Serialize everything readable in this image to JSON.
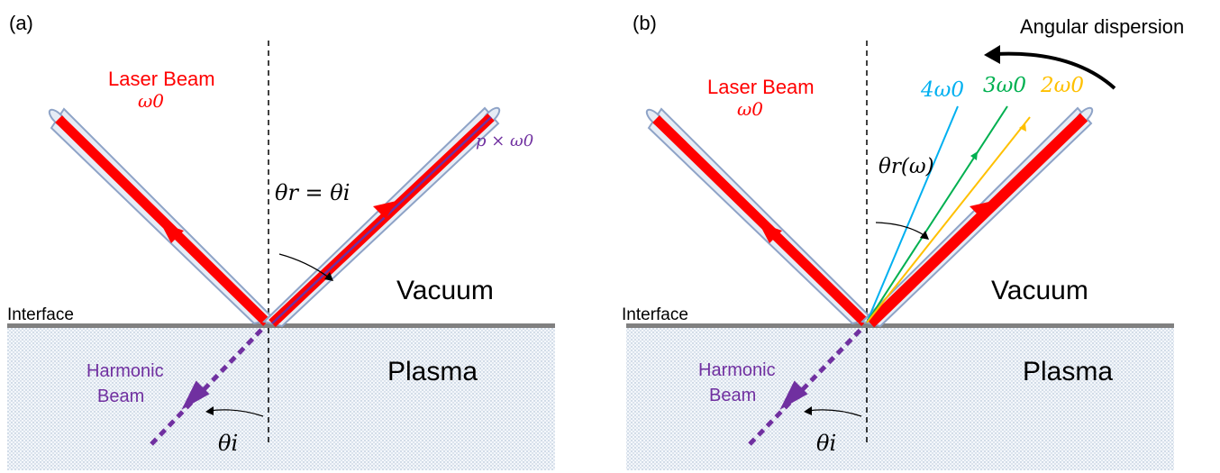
{
  "panel_a": {
    "label": "(a)",
    "laser_beam": "Laser Beam",
    "laser_freq": "ω0",
    "reflection_law": "θr = θi",
    "harmonic_order": "p × ω0",
    "vacuum": "Vacuum",
    "interface": "Interface",
    "harmonic_beam_line1": "Harmonic",
    "harmonic_beam_line2": "Beam",
    "plasma": "Plasma",
    "incidence_angle": "θi"
  },
  "panel_b": {
    "label": "(b)",
    "angular_dispersion": "Angular dispersion",
    "laser_beam": "Laser Beam",
    "laser_freq": "ω0",
    "h4": "4ω0",
    "h3": "3ω0",
    "h2": "2ω0",
    "reflection_angle": "θr(ω)",
    "vacuum": "Vacuum",
    "interface": "Interface",
    "harmonic_beam_line1": "Harmonic",
    "harmonic_beam_line2": "Beam",
    "plasma": "Plasma",
    "incidence_angle": "θi"
  },
  "colors": {
    "laser": "#ff0000",
    "harmonic": "#7030a0",
    "h4": "#00b0f0",
    "h3": "#00b050",
    "h2": "#ffc000",
    "tube": "#8ea3c7",
    "tube_fill": "#e6ecf5",
    "plasma_dot": "#9fb3cc",
    "text": "#000000"
  }
}
